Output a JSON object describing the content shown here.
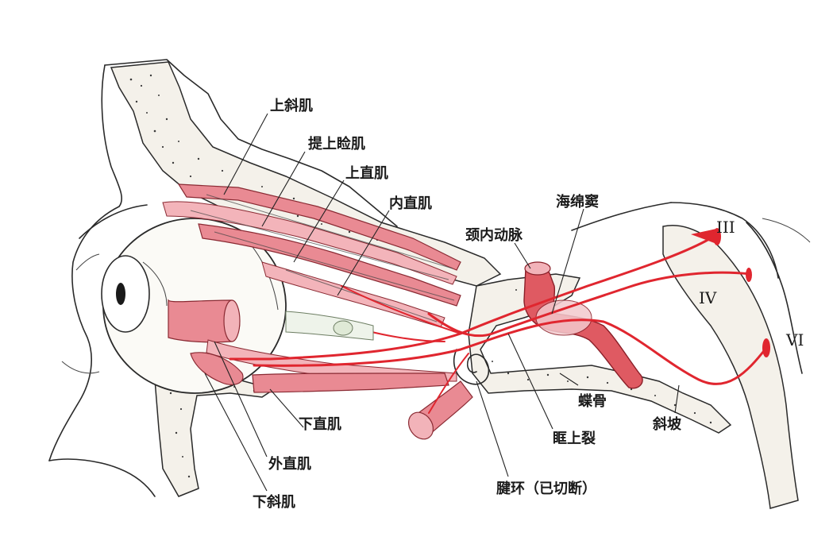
{
  "labels": {
    "superior_oblique": "上斜肌",
    "levator_palpebrae": "提上睑肌",
    "superior_rectus": "上直肌",
    "medial_rectus": "内直肌",
    "cavernous_sinus": "海绵窦",
    "internal_carotid": "颈内动脉",
    "nerve_iii": "III",
    "nerve_iv": "IV",
    "nerve_vi": "VI",
    "sphenoid": "蝶骨",
    "clivus": "斜坡",
    "superior_orbital_fissure": "眶上裂",
    "tendinous_ring": "腱环（已切断）",
    "inferior_rectus": "下直肌",
    "lateral_rectus": "外直肌",
    "inferior_oblique": "下斜肌"
  },
  "colors": {
    "nerve": "#e0262f",
    "muscle": "#e98a93",
    "bone": "#f4f1ea",
    "ink": "#2a2a2a"
  }
}
